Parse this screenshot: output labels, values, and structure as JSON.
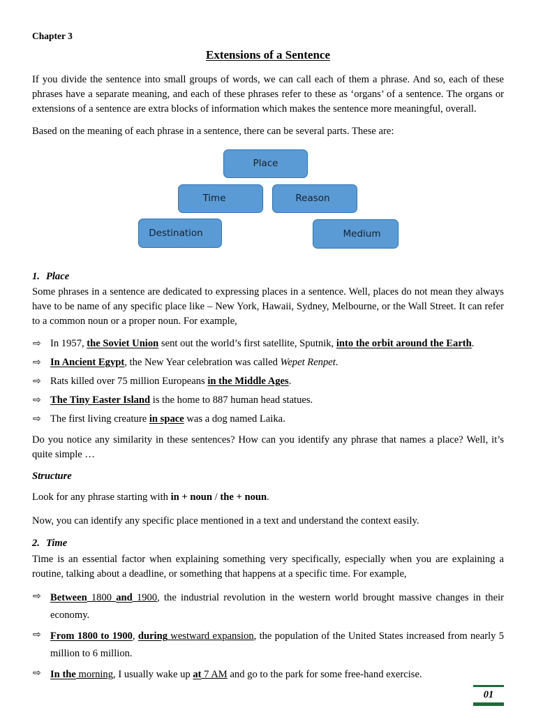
{
  "document": {
    "chapter_label": "Chapter 3",
    "title": "Extensions of a Sentence",
    "intro_paragraph_1": "If you divide the sentence into small groups of words, we can call each of them a phrase. And so, each of these phrases have a separate meaning, and each of these phrases refer to these as ‘organs’ of a sentence. The organs or extensions of a sentence are extra blocks of information which makes the sentence more meaningful, overall.",
    "intro_paragraph_2": "Based on the meaning of each phrase in a sentence, there can be several parts. These are:"
  },
  "diagram": {
    "node_fill": "#5B9BD5",
    "node_border": "#2E74B5",
    "nodes": [
      {
        "id": "place",
        "label": "Place"
      },
      {
        "id": "time",
        "label": "Time"
      },
      {
        "id": "reason",
        "label": "Reason"
      },
      {
        "id": "destination",
        "label": "Destination"
      },
      {
        "id": "medium",
        "label": "Medium"
      }
    ]
  },
  "sections": [
    {
      "number": "1.",
      "heading": "Place",
      "paragraph": "Some phrases in a sentence are dedicated to expressing places in a sentence. Well, places do not mean they always have to be name of any specific place like – New York, Hawaii, Sydney, Melbourne, or the Wall Street. It can refer to a common noun or a proper noun.  For example,",
      "examples": [
        {
          "marker": "⇨",
          "parts": [
            {
              "text": "In 1957, ",
              "style": "plain"
            },
            {
              "text": "the Soviet Union",
              "style": "bold-underline"
            },
            {
              "text": " sent out the world’s first satellite, Sputnik, ",
              "style": "plain"
            },
            {
              "text": "into the orbit around the Earth",
              "style": "bold-underline"
            },
            {
              "text": ".",
              "style": "plain"
            }
          ]
        },
        {
          "marker": "⇨",
          "parts": [
            {
              "text": "In Ancient Egypt",
              "style": "bold-underline"
            },
            {
              "text": ", the New Year celebration was called ",
              "style": "plain"
            },
            {
              "text": "Wepet Renpet",
              "style": "italic"
            },
            {
              "text": ".",
              "style": "plain"
            }
          ]
        },
        {
          "marker": "⇨",
          "parts": [
            {
              "text": "Rats killed over 75 million Europeans ",
              "style": "plain"
            },
            {
              "text": "in the Middle Ages",
              "style": "bold-underline"
            },
            {
              "text": ".",
              "style": "plain"
            }
          ]
        },
        {
          "marker": "⇨",
          "parts": [
            {
              "text": "The Tiny Easter Island",
              "style": "bold-underline"
            },
            {
              "text": " is the home to 887 human head statues.",
              "style": "plain"
            }
          ]
        },
        {
          "marker": "⇨",
          "parts": [
            {
              "text": "The first living creature ",
              "style": "plain"
            },
            {
              "text": "in space",
              "style": "bold-underline"
            },
            {
              "text": " was a dog named Laika.",
              "style": "plain"
            }
          ]
        }
      ],
      "closing_paragraph": "Do you notice any similarity in these sentences? How can you identify any phrase that names a place? Well, it’s quite simple …",
      "structure_heading": "Structure",
      "structure_parts": [
        {
          "text": "Look for any phrase starting with ",
          "style": "plain"
        },
        {
          "text": "in + noun",
          "style": "bold"
        },
        {
          "text": " / ",
          "style": "plain"
        },
        {
          "text": "the + noun",
          "style": "bold"
        },
        {
          "text": ".",
          "style": "plain"
        }
      ],
      "after_structure": "Now, you can identify any specific place mentioned in a text and understand the context easily."
    },
    {
      "number": "2.",
      "heading": "Time",
      "paragraph": "Time is an essential factor when explaining something very specifically, especially when you are explaining a routine, talking about a deadline, or something that happens at a specific time. For example,",
      "examples": [
        {
          "marker": "⇨",
          "parts": [
            {
              "text": "Between",
              "style": "bold-underline"
            },
            {
              "text": " 1800 ",
              "style": "underline"
            },
            {
              "text": "and",
              "style": "bold-underline"
            },
            {
              "text": " 1900",
              "style": "underline"
            },
            {
              "text": ", the industrial revolution in the western world brought massive changes in their economy.",
              "style": "plain"
            }
          ]
        },
        {
          "marker": "⇨",
          "parts": [
            {
              "text": "From 1800 to 1900",
              "style": "bold-underline"
            },
            {
              "text": ", ",
              "style": "plain"
            },
            {
              "text": "during",
              "style": "bold-underline"
            },
            {
              "text": " westward expansion",
              "style": "underline"
            },
            {
              "text": ", the population of the United States increased from nearly 5 million to 6 million.",
              "style": "plain"
            }
          ]
        },
        {
          "marker": "⇨",
          "parts": [
            {
              "text": "In the",
              "style": "bold-underline"
            },
            {
              "text": " morning",
              "style": "underline"
            },
            {
              "text": ", I usually wake up ",
              "style": "plain"
            },
            {
              "text": "at",
              "style": "bold-underline"
            },
            {
              "text": " 7 AM",
              "style": "underline"
            },
            {
              "text": " and go to the park for some free-hand exercise.",
              "style": "plain"
            }
          ]
        }
      ]
    }
  ],
  "footer": {
    "page_number": "01",
    "rule_color": "#1E6B3A"
  }
}
